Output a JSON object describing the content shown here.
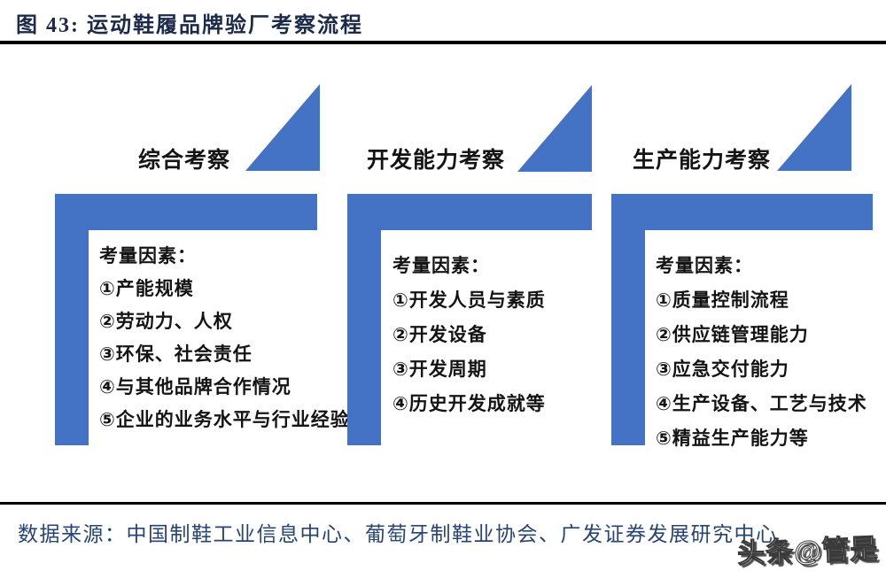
{
  "figure": {
    "title": "图 43: 运动鞋履品牌验厂考察流程",
    "source": "数据来源：中国制鞋工业信息中心、葡萄牙制鞋业协会、广发证券发展研究中心",
    "watermark": "头条@管是"
  },
  "colors": {
    "accent_blue": "#4472C4",
    "title_navy": "#1B2A4A",
    "source_navy": "#274472",
    "text_black": "#141414",
    "divider_black": "#000000"
  },
  "columns": [
    {
      "heading": "综合考察",
      "items": [
        "考量因素：",
        "①产能规模",
        "②劳动力、人权",
        "③环保、社会责任",
        "④与其他品牌合作情况",
        "⑤企业的业务水平与行业经验"
      ]
    },
    {
      "heading": "开发能力考察",
      "items": [
        "考量因素：",
        "①开发人员与素质",
        "②开发设备",
        "③开发周期",
        "④历史开发成就等"
      ]
    },
    {
      "heading": "生产能力考察",
      "items": [
        "考量因素：",
        "①质量控制流程",
        "②供应链管理能力",
        "③应急交付能力",
        "④生产设备、工艺与技术",
        "⑤精益生产能力等"
      ]
    }
  ]
}
